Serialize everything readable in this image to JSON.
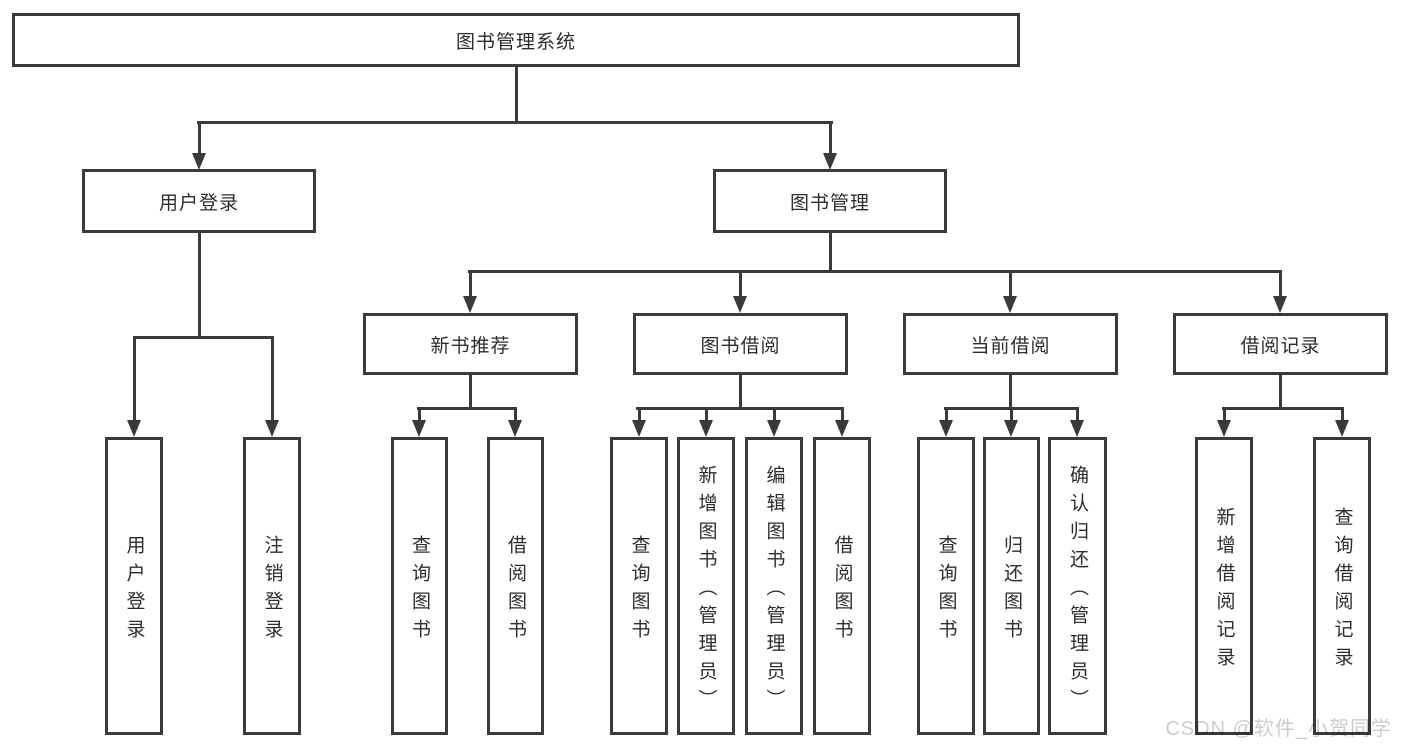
{
  "tree": {
    "label": "图书管理系统",
    "children": [
      {
        "label": "用户登录",
        "children": [
          {
            "label": "用户登录"
          },
          {
            "label": "注销登录"
          }
        ]
      },
      {
        "label": "图书管理",
        "children": [
          {
            "label": "新书推荐",
            "children": [
              {
                "label": "查询图书"
              },
              {
                "label": "借阅图书"
              }
            ]
          },
          {
            "label": "图书借阅",
            "children": [
              {
                "label": "查询图书"
              },
              {
                "label": "新增图书（管理员）"
              },
              {
                "label": "编辑图书（管理员）"
              },
              {
                "label": "借阅图书"
              }
            ]
          },
          {
            "label": "当前借阅",
            "children": [
              {
                "label": "查询图书"
              },
              {
                "label": "归还图书"
              },
              {
                "label": "确认归还（管理员）"
              }
            ]
          },
          {
            "label": "借阅记录",
            "children": [
              {
                "label": "新增借阅记录"
              },
              {
                "label": "查询借阅记录"
              }
            ]
          }
        ]
      }
    ]
  },
  "watermark": {
    "text": "CSDN @软件_小贺同学"
  },
  "colors": {
    "line": "#3a3a3a",
    "text": "#2d2d2d",
    "background": "#ffffff",
    "watermark": "#c9c9c9"
  }
}
